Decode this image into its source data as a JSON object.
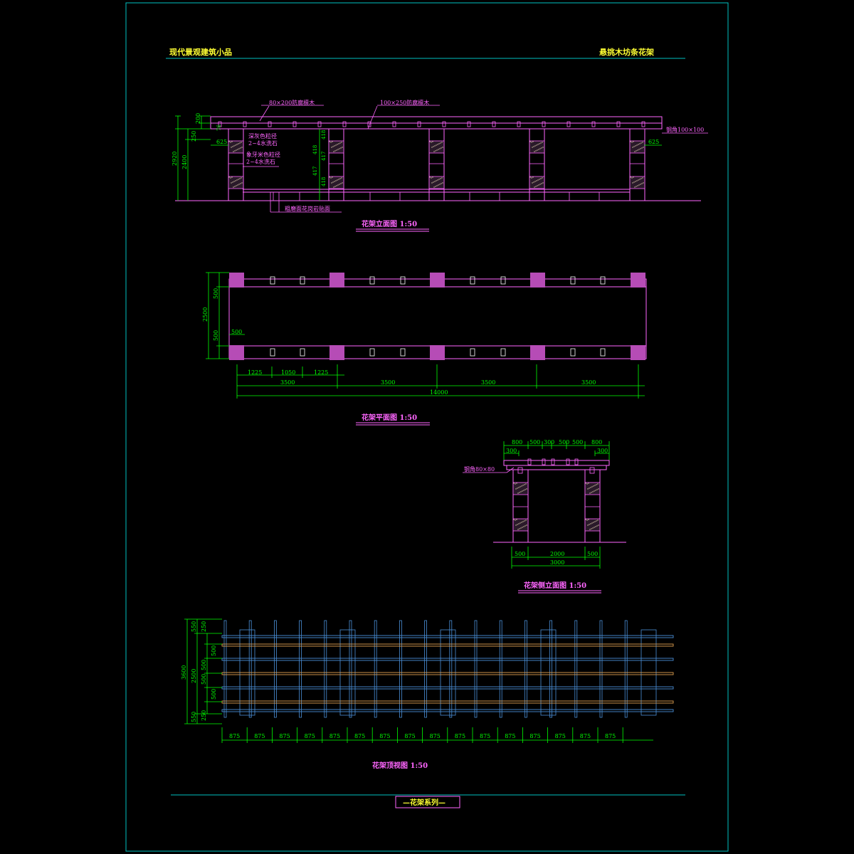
{
  "header": {
    "left_title": "现代景观建筑小品",
    "right_title": "悬挑木坊条花架"
  },
  "elevation": {
    "title": "花架立面图  1:50",
    "note_beam1": "80×200防腐檩木",
    "note_beam2": "100×250防腐檩木",
    "note_steel": "钢角100×100",
    "note_stone1_a": "深灰色粒径",
    "note_stone1_b": "2~4水洗石",
    "note_stone2_a": "象牙米色粒径",
    "note_stone2_b": "2~4水洗石",
    "note_base": "粗磨面花岗岩贴面",
    "dims": {
      "d200": "200",
      "d76": "76",
      "d250": "250",
      "d2400": "2400",
      "d2920": "2920",
      "d625_left": "625",
      "d625_right": "625",
      "d418_a": "418",
      "d418_b": "418",
      "d417_a": "417",
      "d417_b": "417",
      "d418_c": "418"
    }
  },
  "plan": {
    "title": "花架平面图  1:50",
    "dims": {
      "d500_top": "500",
      "d2500": "2500",
      "d500_bottom": "500",
      "d500_inner": "500",
      "d1225_a": "1225",
      "d1050": "1050",
      "d1225_b": "1225",
      "spans": [
        "3500",
        "3500",
        "3500",
        "3500"
      ],
      "total": "14000"
    }
  },
  "side": {
    "title": "花架侧立面图  1:50",
    "note_steel": "钢角80×80",
    "top_dims": [
      "800",
      "500",
      "300",
      "500",
      "500",
      "800"
    ],
    "d300_left": "300",
    "d300_right": "300",
    "bottom_dims": [
      "500",
      "2000",
      "500"
    ],
    "total": "3000"
  },
  "top_view": {
    "title": "花架顶视图  1:50",
    "left_dims_outer": [
      "550",
      "2500",
      "550"
    ],
    "left_total": "3600",
    "left_dims_inner": [
      "250",
      "500",
      "500",
      "500",
      "500",
      "250"
    ],
    "bottom_dims": [
      "875",
      "875",
      "875",
      "875",
      "875",
      "875",
      "875",
      "875",
      "875",
      "875",
      "875",
      "875",
      "875",
      "875",
      "875",
      "875"
    ]
  },
  "footer": {
    "series_label": "—花架系列—"
  },
  "colors": {
    "frame": "#00bfbf",
    "structure": "#ff66ff",
    "dimension": "#00ff00",
    "header_text": "#ffff33",
    "title_text": "#ff66ff",
    "column_fill": "#b64cb6",
    "beam_blue": "#4a8fd8",
    "beam_orange": "#e0a050"
  }
}
